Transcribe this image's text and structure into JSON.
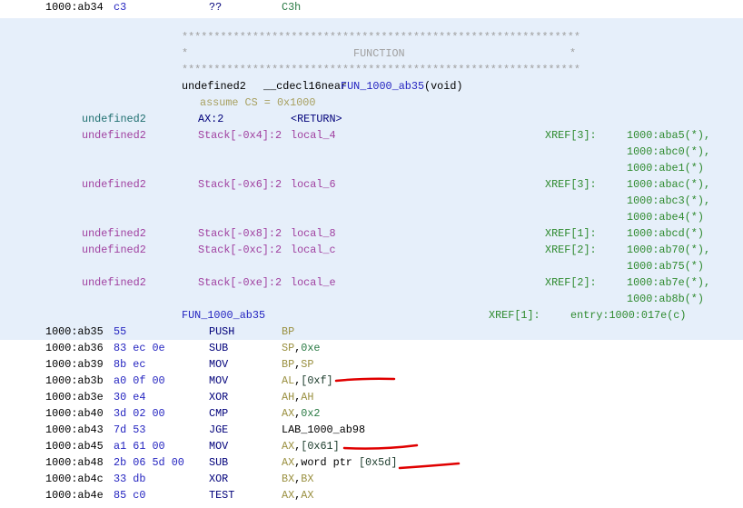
{
  "prev_line": {
    "address": "1000:ab34",
    "bytes": "c3",
    "mnemonic": "??",
    "operand": "C3h"
  },
  "function_header": {
    "stars": "**************************************************************",
    "star": "*",
    "title": "FUNCTION",
    "signature": {
      "ret": "undefined2",
      "conv": "__cdecl16near",
      "name": "FUN_1000_ab35",
      "args": "(void)"
    },
    "assume": "assume CS = 0x1000",
    "params": [
      {
        "type": "undefined2",
        "storage": "AX:2",
        "name": "<RETURN>",
        "xref": "",
        "refs": []
      },
      {
        "type": "undefined2",
        "storage": "Stack[-0x4]:2",
        "name": "local_4",
        "xref": "XREF[3]:",
        "refs": [
          "1000:aba5(*),",
          "1000:abc0(*),",
          "1000:abe1(*)"
        ]
      },
      {
        "type": "undefined2",
        "storage": "Stack[-0x6]:2",
        "name": "local_6",
        "xref": "XREF[3]:",
        "refs": [
          "1000:abac(*),",
          "1000:abc3(*),",
          "1000:abe4(*)"
        ]
      },
      {
        "type": "undefined2",
        "storage": "Stack[-0x8]:2",
        "name": "local_8",
        "xref": "XREF[1]:",
        "refs": [
          "1000:abcd(*)"
        ]
      },
      {
        "type": "undefined2",
        "storage": "Stack[-0xc]:2",
        "name": "local_c",
        "xref": "XREF[2]:",
        "refs": [
          "1000:ab70(*),",
          "1000:ab75(*)"
        ]
      },
      {
        "type": "undefined2",
        "storage": "Stack[-0xe]:2",
        "name": "local_e",
        "xref": "XREF[2]:",
        "refs": [
          "1000:ab7e(*),",
          "1000:ab8b(*)"
        ]
      }
    ],
    "label": "FUN_1000_ab35",
    "label_xref": "XREF[1]:",
    "label_ref": "entry:1000:017e(c)"
  },
  "instructions": [
    {
      "address": "1000:ab35",
      "bytes": "55",
      "mnemonic": "PUSH",
      "operands": [
        [
          "BP",
          "reg"
        ]
      ]
    },
    {
      "address": "1000:ab36",
      "bytes": "83 ec 0e",
      "mnemonic": "SUB",
      "operands": [
        [
          "SP",
          "reg"
        ],
        [
          ",",
          "txt"
        ],
        [
          "0xe",
          "hex"
        ]
      ]
    },
    {
      "address": "1000:ab39",
      "bytes": "8b ec",
      "mnemonic": "MOV",
      "operands": [
        [
          "BP",
          "reg"
        ],
        [
          ",",
          "txt"
        ],
        [
          "SP",
          "reg"
        ]
      ]
    },
    {
      "address": "1000:ab3b",
      "bytes": "a0 0f 00",
      "mnemonic": "MOV",
      "operands": [
        [
          "AL",
          "reg"
        ],
        [
          ",[",
          "txt"
        ],
        [
          "0xf",
          "hex"
        ],
        [
          "]",
          "txt"
        ]
      ]
    },
    {
      "address": "1000:ab3e",
      "bytes": "30 e4",
      "mnemonic": "XOR",
      "operands": [
        [
          "AH",
          "reg"
        ],
        [
          ",",
          "txt"
        ],
        [
          "AH",
          "reg"
        ]
      ]
    },
    {
      "address": "1000:ab40",
      "bytes": "3d 02 00",
      "mnemonic": "CMP",
      "operands": [
        [
          "AX",
          "reg"
        ],
        [
          ",",
          "txt"
        ],
        [
          "0x2",
          "hex"
        ]
      ]
    },
    {
      "address": "1000:ab43",
      "bytes": "7d 53",
      "mnemonic": "JGE",
      "operands": [
        [
          "LAB_1000_ab98",
          "lbl"
        ]
      ]
    },
    {
      "address": "1000:ab45",
      "bytes": "a1 61 00",
      "mnemonic": "MOV",
      "operands": [
        [
          "AX",
          "reg"
        ],
        [
          ",[",
          "txt"
        ],
        [
          "0x61",
          "hex"
        ],
        [
          "]",
          "txt"
        ]
      ]
    },
    {
      "address": "1000:ab48",
      "bytes": "2b 06 5d 00",
      "mnemonic": "SUB",
      "operands": [
        [
          "AX",
          "reg"
        ],
        [
          ",word ptr [",
          "txt"
        ],
        [
          "0x5d",
          "hex"
        ],
        [
          "]",
          "txt"
        ]
      ]
    },
    {
      "address": "1000:ab4c",
      "bytes": "33 db",
      "mnemonic": "XOR",
      "operands": [
        [
          "BX",
          "reg"
        ],
        [
          ",",
          "txt"
        ],
        [
          "BX",
          "reg"
        ]
      ]
    },
    {
      "address": "1000:ab4e",
      "bytes": "85 c0",
      "mnemonic": "TEST",
      "operands": [
        [
          "AX",
          "reg"
        ],
        [
          ",",
          "txt"
        ],
        [
          "AX",
          "reg"
        ]
      ]
    }
  ],
  "annotations": {
    "color": "#e00000",
    "underlined_operands": [
      "[0xf]",
      "[0x61]",
      "[0x5d]"
    ]
  },
  "colors": {
    "function_band": "#e6effa",
    "bytes": "#2424c0",
    "register": "#9a9040",
    "hex": "#2a7a44",
    "xref": "#2e8a2e",
    "local_type": "#a040a0"
  }
}
